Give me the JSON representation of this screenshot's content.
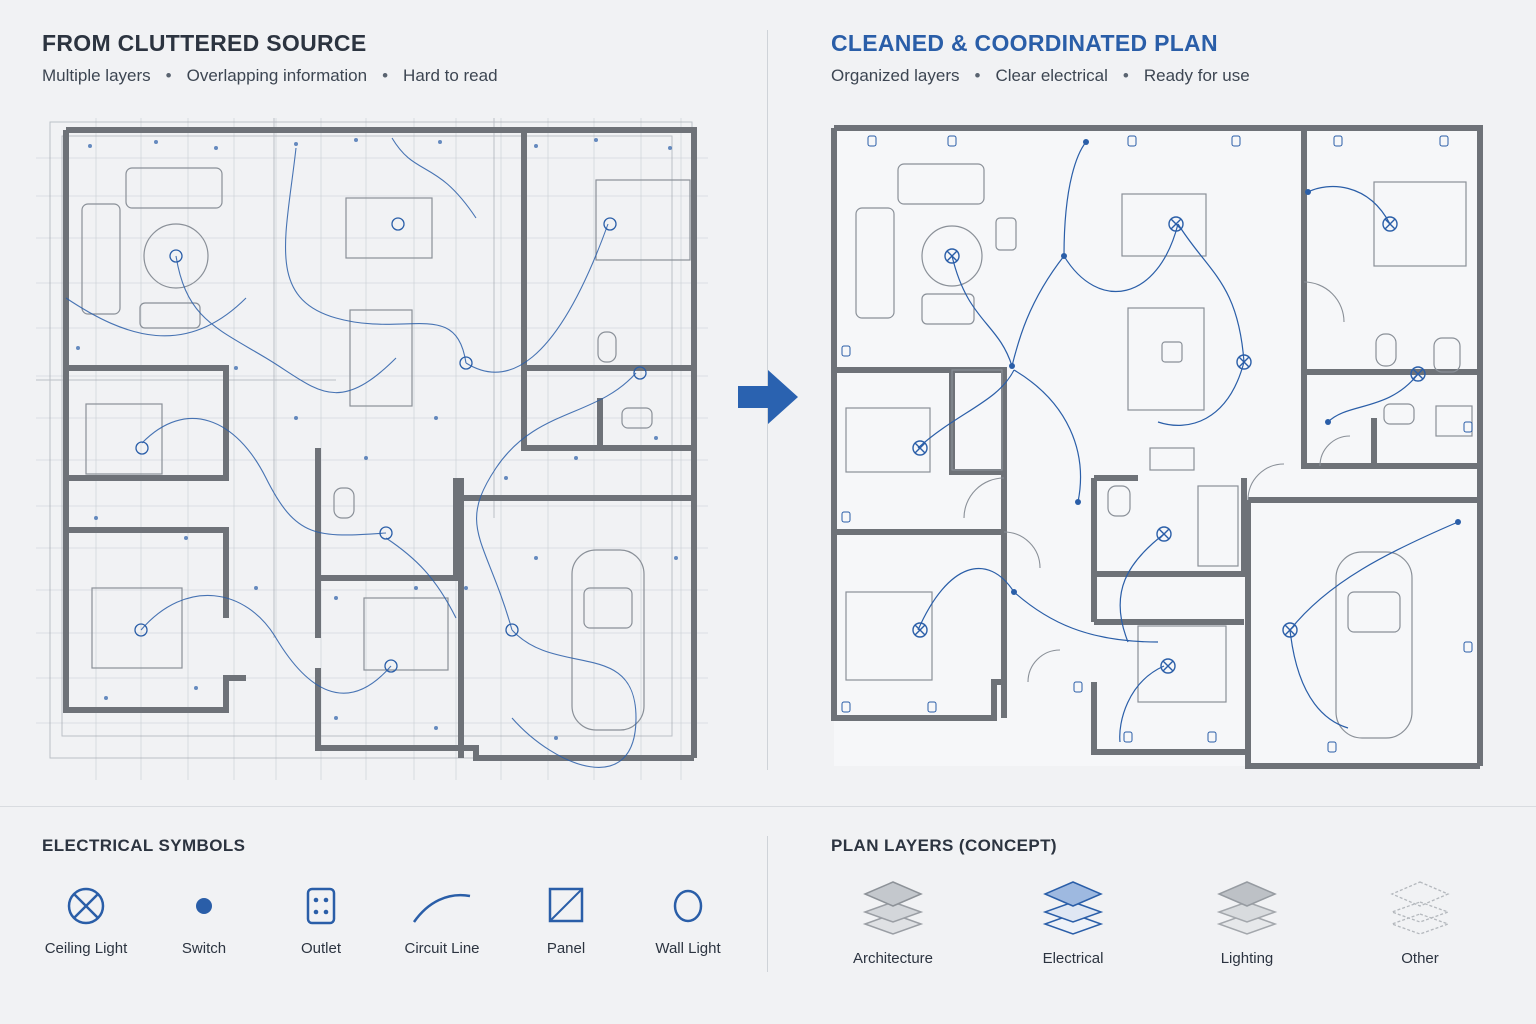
{
  "left_panel": {
    "title": "FROM CLUTTERED SOURCE",
    "subtitle_items": [
      "Multiple layers",
      "Overlapping information",
      "Hard to read"
    ]
  },
  "right_panel": {
    "title": "CLEANED & COORDINATED PLAN",
    "subtitle_items": [
      "Organized layers",
      "Clear electrical",
      "Ready for use"
    ]
  },
  "colors": {
    "title_dark": "#2c3440",
    "title_blue": "#2a5ea8",
    "wall": "#6e7278",
    "electrical": "#2a5ea8",
    "arrow": "#2a62b0"
  },
  "electrical_symbols": {
    "title": "ELECTRICAL SYMBOLS",
    "items": [
      {
        "label": "Ceiling Light",
        "icon": "ceiling-light-icon"
      },
      {
        "label": "Switch",
        "icon": "switch-icon"
      },
      {
        "label": "Outlet",
        "icon": "outlet-icon"
      },
      {
        "label": "Circuit Line",
        "icon": "circuit-line-icon"
      },
      {
        "label": "Panel",
        "icon": "panel-icon"
      },
      {
        "label": "Wall Light",
        "icon": "wall-light-icon"
      }
    ]
  },
  "plan_layers": {
    "title": "PLAN LAYERS (CONCEPT)",
    "items": [
      {
        "label": "Architecture",
        "icon": "layers-icon"
      },
      {
        "label": "Electrical",
        "icon": "layers-icon"
      },
      {
        "label": "Lighting",
        "icon": "layers-icon"
      },
      {
        "label": "Other",
        "icon": "layers-icon"
      }
    ]
  }
}
